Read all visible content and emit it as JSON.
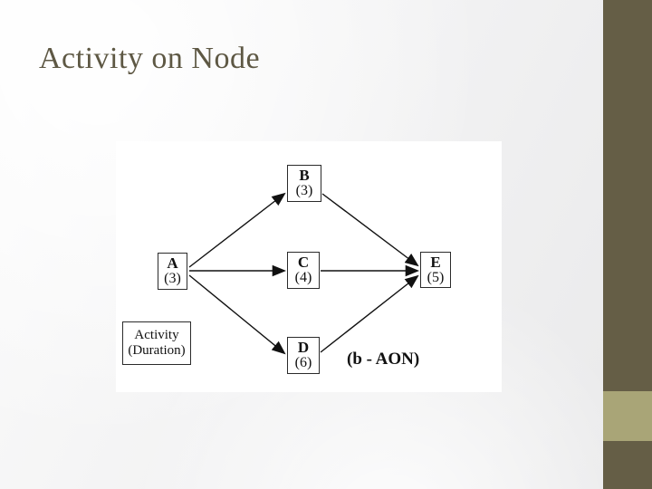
{
  "slide": {
    "title": "Activity on Node"
  },
  "diagram": {
    "type": "activity-on-node network",
    "caption": "(b - AON)",
    "legend": {
      "line1": "Activity",
      "line2": "(Duration)"
    },
    "nodes": [
      {
        "id": "A",
        "label": "A",
        "duration": "(3)"
      },
      {
        "id": "B",
        "label": "B",
        "duration": "(3)"
      },
      {
        "id": "C",
        "label": "C",
        "duration": "(4)"
      },
      {
        "id": "D",
        "label": "D",
        "duration": "(6)"
      },
      {
        "id": "E",
        "label": "E",
        "duration": "(5)"
      }
    ],
    "edges": [
      {
        "from": "A",
        "to": "B"
      },
      {
        "from": "A",
        "to": "C"
      },
      {
        "from": "A",
        "to": "D"
      },
      {
        "from": "B",
        "to": "E"
      },
      {
        "from": "C",
        "to": "E"
      },
      {
        "from": "D",
        "to": "E"
      }
    ]
  },
  "colors": {
    "sidebar_dark": "#655E46",
    "sidebar_accent": "#A9A577",
    "title_text": "#5E5844",
    "diagram_background": "#FFFFFF",
    "edge_color": "#111111"
  }
}
